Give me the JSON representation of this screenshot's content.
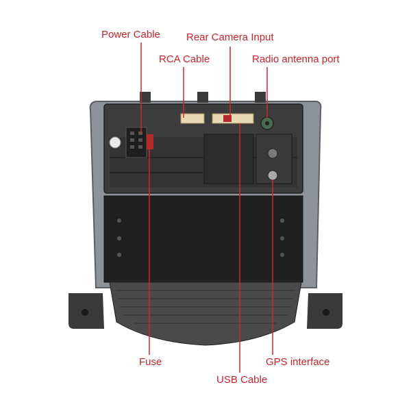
{
  "labels": {
    "power_cable": "Power Cable",
    "rear_camera_input": "Rear Camera Input",
    "rca_cable": "RCA Cable",
    "radio_antenna_port": "Radio antenna port",
    "fuse": "Fuse",
    "gps_interface": "GPS interface",
    "usb_cable": "USB Cable"
  },
  "colors": {
    "label_red": "#c8232a",
    "leader_red": "#d0262c",
    "housing_dark": "#2f2f2f",
    "housing_mid": "#4a4a4a",
    "bezel_grey": "#9aa0a6"
  }
}
